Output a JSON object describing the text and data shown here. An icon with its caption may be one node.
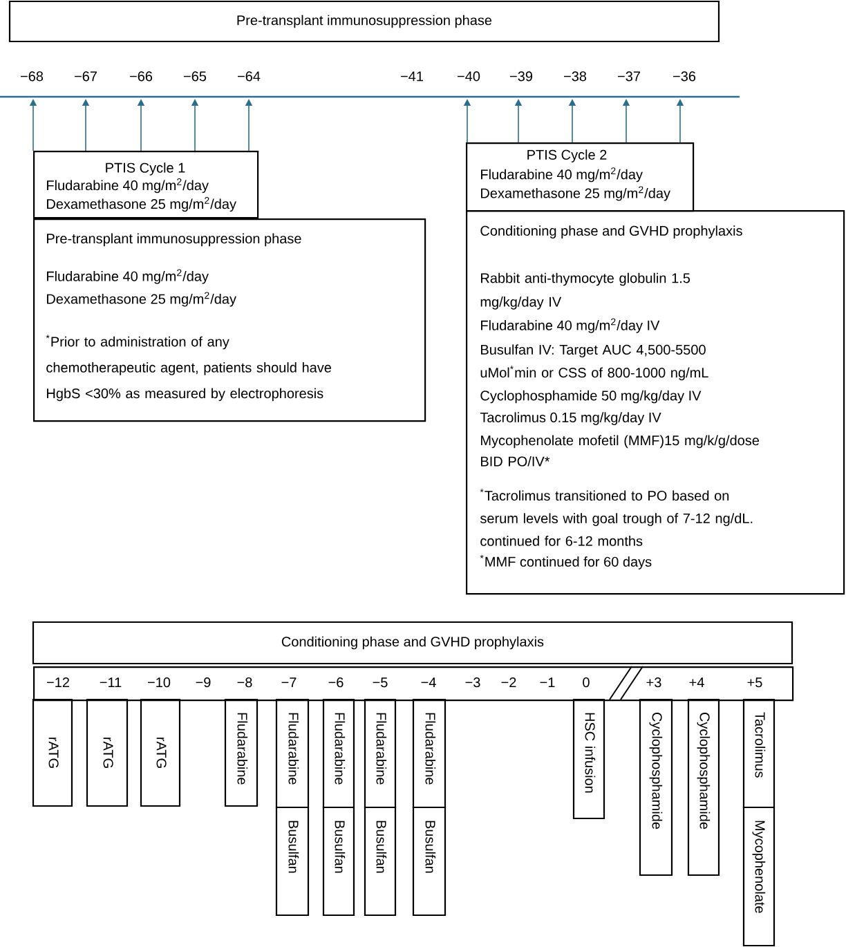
{
  "diagram": {
    "nodes": [
      {
        "text": [
          "Pre-transplant immunosuppression phase"
        ]
      },
      {
        "text": [
          "−68"
        ]
      },
      {
        "text": [
          "−67"
        ]
      },
      {
        "text": [
          "−66"
        ]
      },
      {
        "text": [
          "−65"
        ]
      },
      {
        "text": [
          "−64"
        ]
      },
      {
        "text": [
          "−40"
        ]
      },
      {
        "text": [
          "−39"
        ]
      },
      {
        "text": [
          "−38"
        ]
      },
      {
        "text": [
          "−37"
        ]
      },
      {
        "text": [
          "−36"
        ]
      },
      {
        "text": [
          "PTIS Cycle 1",
          "Fludarabine 40 mg/m$^{2}$/day",
          "Dexamethasone 25 mg/m$^{2}$/day"
        ]
      },
      {
        "text": [
          "Pre-transplant immunosuppression phase",
          "Fludarabine 40 mg/m$^{2}$/day",
          "Dexamethasone 25 mg/m$^{2}$/day",
          "$^{*}$Prior to administration of any chemotherapeutic agent, patients should have HgbS <30% as measured by electrophoresis"
        ]
      },
      {
        "text": [
          "PTIS Cycle 2",
          "Fludarabine 40 mg/m$^{2}$/day",
          "Dexamethasone 25 mg/m$^{2}$/day"
        ]
      },
      {
        "text": [
          "Conditioning phase and GVHD prophylaxis",
          "Rabbit anti-thymocyte globulin 1.5 mg/kg/day IV",
          "Fludarabine 40 mg/m$^{2}$/day IV",
          "Busulfan IV: Target AUC 4,500-5500 uMol$^{*}$min or CSS of 800-1000 ng/mL",
          "Cyclophosphamide 50 mg/kg/day IV",
          "Tacrolimus 0.15 mg/kg/day IV",
          "Mycophenolate mofetil (MMF)15 mg/k/g/dose BID PO/IV*",
          "$^{*}$Tacrolimus transitioned to PO based on serum levels with goal trough of 7-12 ng/dL. continued for 6-12 months",
          "$^{*}$MMF continued for 60 days"
        ]
      },
      {
        "text": [
          "Conditioning phase and GVHD prophylaxis"
        ]
      },
      {
        "text": [
          "−12",
          "−11",
          "−10",
          "−9",
          "−8",
          "−7",
          "−6",
          "−5",
          "−4",
          "−3",
          "−2",
          "−1",
          "0",
          "+3",
          "+4",
          "+5"
        ]
      },
      {
        "text": [
          "rATG"
        ]
      },
      {
        "text": [
          "rATG"
        ]
      },
      {
        "text": [
          "rATG"
        ]
      },
      {
        "text": [
          "Fludarabine"
        ]
      },
      {
        "text": [
          "Fludarabine"
        ]
      },
      {
        "text": [
          "Busulfan"
        ]
      },
      {
        "text": [
          "Fludarabine"
        ]
      },
      {
        "text": [
          "Busulfan"
        ]
      },
      {
        "text": [
          "Fludarabine"
        ]
      },
      {
        "text": [
          "Busulfan"
        ]
      },
      {
        "text": [
          "Fludarabine"
        ]
      },
      {
        "text": [
          "Busulfan"
        ]
      },
      {
        "text": [
          "HSC infusion"
        ]
      },
      {
        "text": [
          "Cyclophosphamide"
        ]
      },
      {
        "text": [
          "Cyclophosphamide"
        ]
      },
      {
        "text": [
          "Tacrolimus"
        ]
      },
      {
        "text": [
          "Mycophenolate"
        ]
      }
    ],
    "edges": [
      {
        "from": 11,
        "to": 1,
        "arrow": "to"
      },
      {
        "from": 11,
        "to": 2,
        "arrow": "to"
      },
      {
        "from": 11,
        "to": 3,
        "arrow": "to"
      },
      {
        "from": 11,
        "to": 4,
        "arrow": "to"
      },
      {
        "from": 11,
        "to": 5,
        "arrow": "to"
      },
      {
        "from": 13,
        "to": 6,
        "arrow": "to"
      },
      {
        "from": 13,
        "to": 7,
        "arrow": "to"
      },
      {
        "from": 13,
        "to": 8,
        "arrow": "to"
      },
      {
        "from": 13,
        "to": 9,
        "arrow": "to"
      },
      {
        "from": 13,
        "to": 10,
        "arrow": "to"
      }
    ],
    "labels": [
      "−41"
    ]
  }
}
